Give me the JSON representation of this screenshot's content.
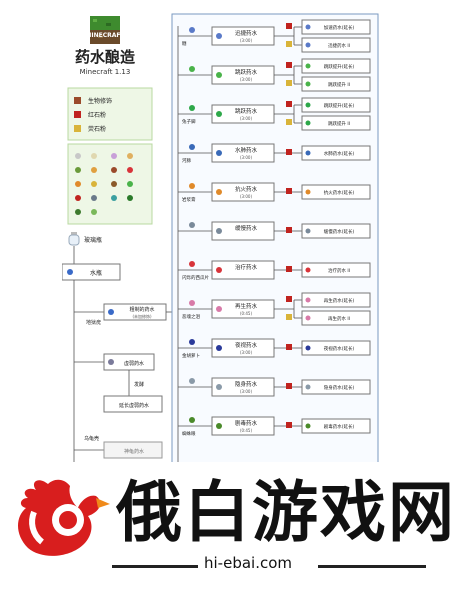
{
  "header": {
    "logo_text": "MINECRAFT",
    "title": "药水酿造",
    "version": "Minecraft 1.13"
  },
  "legend": {
    "items": [
      {
        "label": "生物修饰",
        "color": "#9a4a2a"
      },
      {
        "label": "红石粉",
        "color": "#c0231f"
      },
      {
        "label": "荧石粉",
        "color": "#d9b43a"
      }
    ]
  },
  "base": {
    "bottle_label": "玻璃瓶",
    "water_label": "水瓶",
    "ingredient_wart": "地狱疣",
    "awkward": "粗制的药水",
    "awkward_sub": "(未加修饰)",
    "fermented": "发酵",
    "weak": "虚弱药水",
    "weak_long": "延长虚弱药水",
    "turtle": "乌龟壳",
    "turtle_potion": "神龟药水"
  },
  "rows": [
    {
      "ingredient": "糖",
      "name": "迅捷药水",
      "time": "(3:00)",
      "results": [
        "加速药水(延长)",
        "迅捷药水 II"
      ],
      "icon_color": "#5a7ac8"
    },
    {
      "ingredient": "",
      "name": "跳跃药水",
      "time": "(3:00)",
      "results": [
        "跳跃提升(延长)",
        "跳跃提升 II"
      ],
      "icon_color": "#4ab34a"
    },
    {
      "ingredient": "兔子脚",
      "name": "跳跃药水",
      "time": "(3:00)",
      "results": [
        "跳跃提升(延长)",
        "跳跃提升 II"
      ],
      "icon_color": "#2ea84a"
    },
    {
      "ingredient": "河豚",
      "name": "水肺药水",
      "time": "(3:00)",
      "results": [
        "水肺药水(延长)"
      ],
      "icon_color": "#3a6ab8"
    },
    {
      "ingredient": "岩浆膏",
      "name": "抗火药水",
      "time": "(3:00)",
      "results": [
        "抗火药水(延长)"
      ],
      "icon_color": "#e08a2a"
    },
    {
      "ingredient": "",
      "name": "缓慢药水",
      "time": "",
      "results": [
        "缓慢药水(延长)"
      ],
      "icon_color": "#7a8a9a"
    },
    {
      "ingredient": "闪烁的西瓜片",
      "name": "治疗药水",
      "time": "",
      "results": [
        "治疗药水 II"
      ],
      "icon_color": "#d8343a"
    },
    {
      "ingredient": "恶魂之泪",
      "name": "再生药水",
      "time": "(0:45)",
      "results": [
        "再生药水(延长)",
        "再生药水 II"
      ],
      "icon_color": "#d87aa8"
    },
    {
      "ingredient": "金胡萝卜",
      "name": "夜视药水",
      "time": "(3:00)",
      "results": [
        "夜视药水(延长)"
      ],
      "icon_color": "#2a3a9a"
    },
    {
      "ingredient": "",
      "name": "隐身药水",
      "time": "(3:00)",
      "results": [
        "隐身药水(延长)"
      ],
      "icon_color": "#8a9aa8"
    },
    {
      "ingredient": "蜘蛛眼",
      "name": "剧毒药水",
      "time": "(0:45)",
      "results": [
        "剧毒药水(延长)"
      ],
      "icon_color": "#4a8a2a"
    }
  ],
  "watermark": {
    "title": "俄白游戏网",
    "url": "hi-ebai.com"
  }
}
